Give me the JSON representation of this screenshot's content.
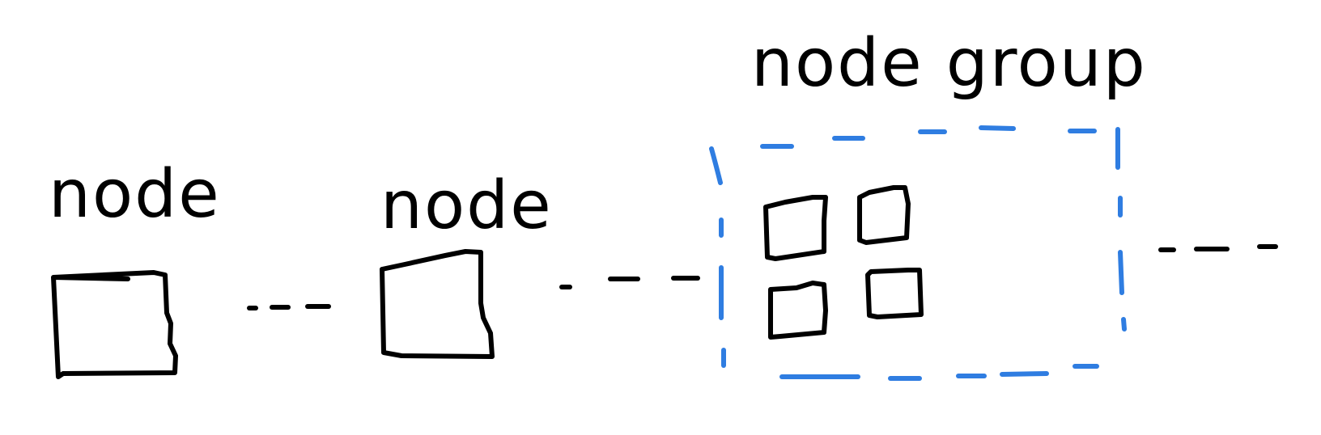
{
  "diagram": {
    "node_1_label": "node",
    "node_2_label": "node",
    "group_label": "node group"
  },
  "colors": {
    "ink": "#000000",
    "group_border": "#2f7de1",
    "background": "#ffffff"
  }
}
